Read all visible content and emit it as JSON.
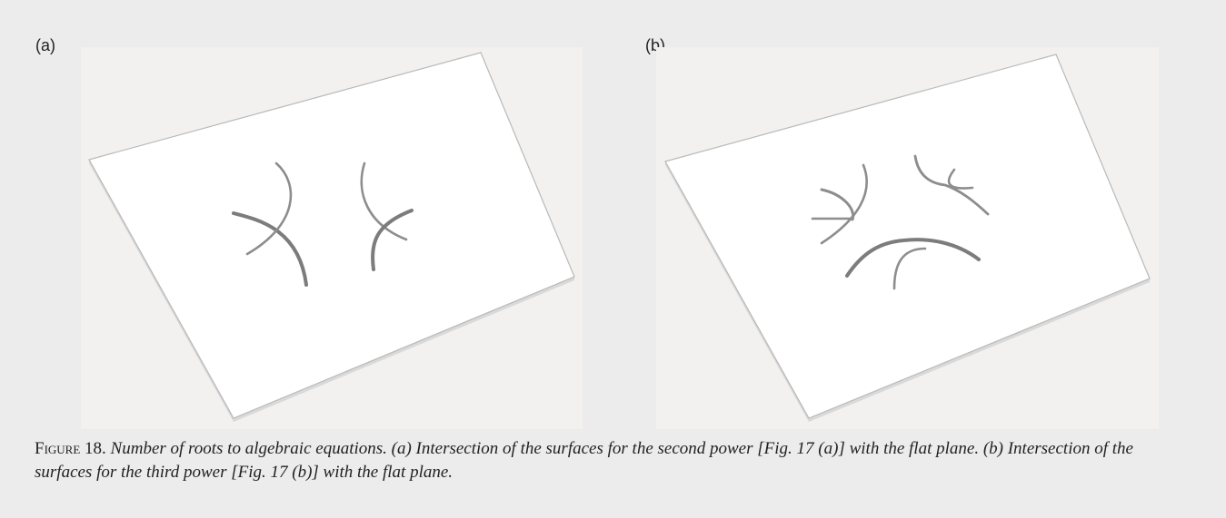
{
  "figure": {
    "panels": [
      {
        "label": "(a)"
      },
      {
        "label": "(b)"
      }
    ],
    "caption": {
      "number": "Figure 18.",
      "text": "Number of roots to algebraic equations. (a) Intersection of the surfaces for the second power [Fig. 17 (a)] with the flat plane. (b) Intersection of the surfaces for the third power [Fig. 17 (b)] with the flat plane."
    }
  },
  "colors": {
    "page_background": "#ececec",
    "panel_background": "#f2f1ef",
    "plane_fill": "#ffffff",
    "plane_edge": "#b5b5b5",
    "curve": "#8a8a8a",
    "caption_text": "#222222"
  }
}
